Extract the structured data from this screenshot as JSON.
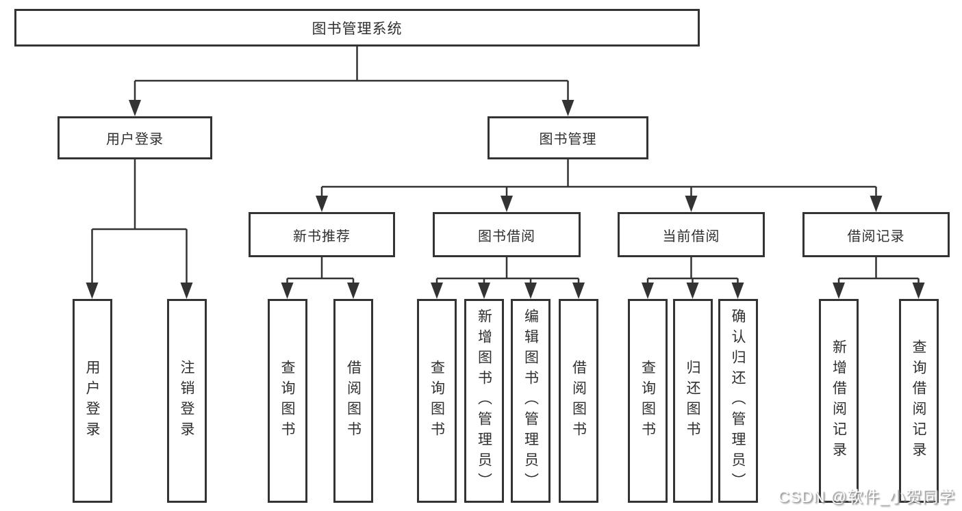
{
  "diagram": {
    "type": "hierarchy-tree",
    "line_color": "#333333",
    "box_background": "#ffffff",
    "text_color": "#2f2f2f",
    "nodes": {
      "root": "图书管理系统",
      "user_login": "用户登录",
      "book_mgmt": "图书管理",
      "new_books": "新书推荐",
      "book_borrow": "图书借阅",
      "current_borrow": "当前借阅",
      "borrow_records": "借阅记录",
      "leaves": {
        "ul_login": "用户登录",
        "ul_logout": "注销登录",
        "nb_query": "查询图书",
        "nb_borrow": "借阅图书",
        "bb_query": "查询图书",
        "bb_add": "新增图书（管理员）",
        "bb_edit": "编辑图书（管理员）",
        "bb_borrow": "借阅图书",
        "cb_query": "查询图书",
        "cb_return": "归还图书",
        "cb_confirm": "确认归还（管理员）",
        "br_add": "新增借阅记录",
        "br_query": "查询借阅记录"
      }
    },
    "structure": {
      "root": [
        "user_login",
        "book_mgmt"
      ],
      "user_login": [
        "ul_login",
        "ul_logout"
      ],
      "book_mgmt": [
        "new_books",
        "book_borrow",
        "current_borrow",
        "borrow_records"
      ],
      "new_books": [
        "nb_query",
        "nb_borrow"
      ],
      "book_borrow": [
        "bb_query",
        "bb_add",
        "bb_edit",
        "bb_borrow"
      ],
      "current_borrow": [
        "cb_query",
        "cb_return",
        "cb_confirm"
      ],
      "borrow_records": [
        "br_add",
        "br_query"
      ]
    }
  },
  "watermark": {
    "text": "CSDN @软件_小贺同学"
  }
}
